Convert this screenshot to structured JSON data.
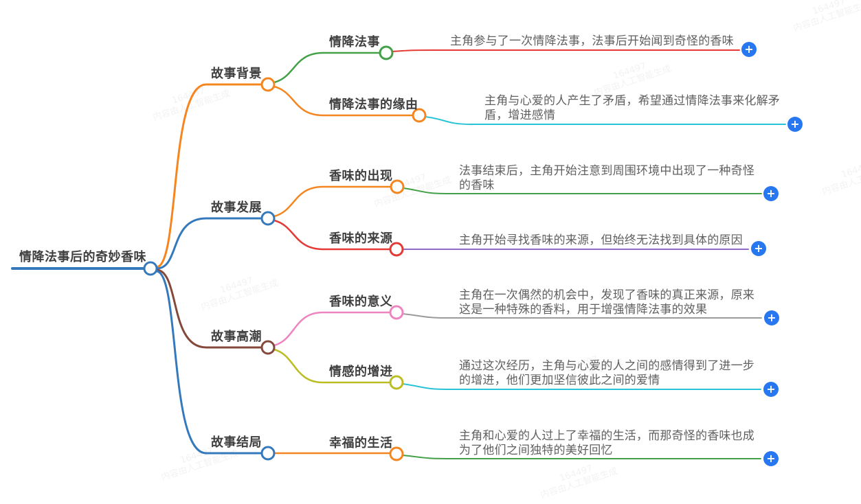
{
  "root": {
    "label": "情降法事后的奇妙香味"
  },
  "branches": [
    {
      "label": "故事背景",
      "children": [
        {
          "label": "情降法事",
          "desc": "主角参与了一次情降法事，法事后开始闻到奇怪的香味"
        },
        {
          "label": "情降法事的缘由",
          "desc": "主角与心爱的人产生了矛盾，希望通过情降法事来化解矛盾，增进感情"
        }
      ]
    },
    {
      "label": "故事发展",
      "children": [
        {
          "label": "香味的出现",
          "desc": "法事结束后，主角开始注意到周围环境中出现了一种奇怪的香味"
        },
        {
          "label": "香味的来源",
          "desc": "主角开始寻找香味的来源，但始终无法找到具体的原因"
        }
      ]
    },
    {
      "label": "故事高潮",
      "children": [
        {
          "label": "香味的意义",
          "desc": "主角在一次偶然的机会中，发现了香味的真正来源，原来这是一种特殊的香料，用于增强情降法事的效果"
        },
        {
          "label": "情感的增进",
          "desc": "通过这次经历，主角与心爱的人之间的感情得到了进一步的增进，他们更加坚信彼此之间的爱情"
        }
      ]
    },
    {
      "label": "故事结局",
      "children": [
        {
          "label": "幸福的生活",
          "desc": "主角和心爱的人过上了幸福的生活，而那奇怪的香味也成为了他们之间独特的美好回忆"
        }
      ]
    }
  ],
  "colors": {
    "blue": "#3579bd",
    "orange": "#f5861f",
    "green": "#43a047",
    "red": "#e53935",
    "cyan": "#29c3d8",
    "purple": "#9268c8",
    "brown": "#84493b",
    "pink": "#ee85c0",
    "olive": "#bcbd22",
    "gray": "#9b9b9b",
    "plus_button": "#2677f0",
    "label_text": "#3f3f3f",
    "detail_text": "#606060"
  },
  "plus_label": "+",
  "watermark": {
    "line1": "164497",
    "line2": "内容由人工智能生成"
  }
}
